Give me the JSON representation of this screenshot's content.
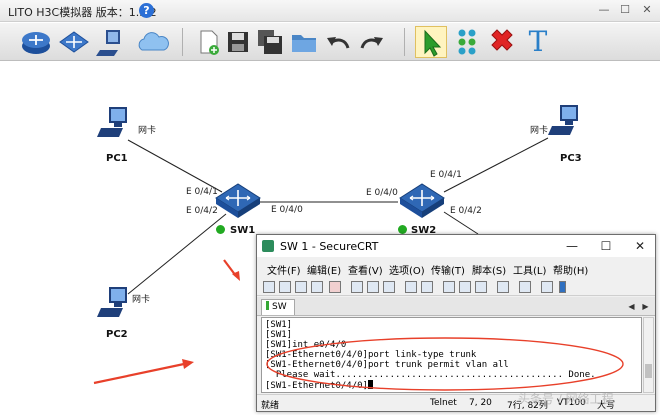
{
  "app": {
    "title": "LITO H3C模拟器 版本：1.5.2",
    "help_icon": "?"
  },
  "toolbar": {
    "icons": [
      "router-icon",
      "switch-icon",
      "pc-icon",
      "cloud-icon",
      "new-file-icon",
      "save-icon",
      "save-as-icon",
      "open-folder-icon",
      "undo-icon",
      "redo-icon",
      "pointer-icon",
      "connect-icon",
      "delete-icon",
      "text-icon"
    ],
    "text_tool": "T"
  },
  "topology": {
    "pcs": [
      {
        "name": "PC1",
        "nic": "网卡"
      },
      {
        "name": "PC2",
        "nic": "网卡"
      },
      {
        "name": "PC3",
        "nic": "网卡"
      }
    ],
    "switches": [
      {
        "name": "SW1",
        "status": "up"
      },
      {
        "name": "SW2",
        "status": "up"
      }
    ],
    "ports": {
      "sw1_pc1": "E 0/4/1",
      "sw1_pc2": "E 0/4/2",
      "sw1_sw2": "E 0/4/0",
      "sw2_sw1": "E 0/4/0",
      "sw2_pc3": "E 0/4/1",
      "sw2_pc4": "E 0/4/2"
    },
    "status_color": "#22aa22"
  },
  "crt": {
    "title": "SW 1 - SecureCRT",
    "menu": [
      "文件(F)",
      "编辑(E)",
      "查看(V)",
      "选项(O)",
      "传输(T)",
      "脚本(S)",
      "工具(L)",
      "帮助(H)"
    ],
    "tab_label": "SW 1",
    "terminal_lines": [
      "[SW1]",
      "[SW1]",
      "[SW1]int e0/4/0",
      "[SW1-Ethernet0/4/0]port link-type trunk",
      "[SW1-Ethernet0/4/0]port trunk permit vlan all",
      "  Please wait.......................................... Done.",
      "[SW1-Ethernet0/4/0]"
    ],
    "status": {
      "ready": "就绪",
      "protocol": "Telnet",
      "cursor_pos": "7, 20",
      "rows_cols": "7行, 82列",
      "term_type": "VT100",
      "caps": "大写"
    }
  },
  "watermark": "头条号 / 网络工程",
  "annotation_color": "#e8402a"
}
